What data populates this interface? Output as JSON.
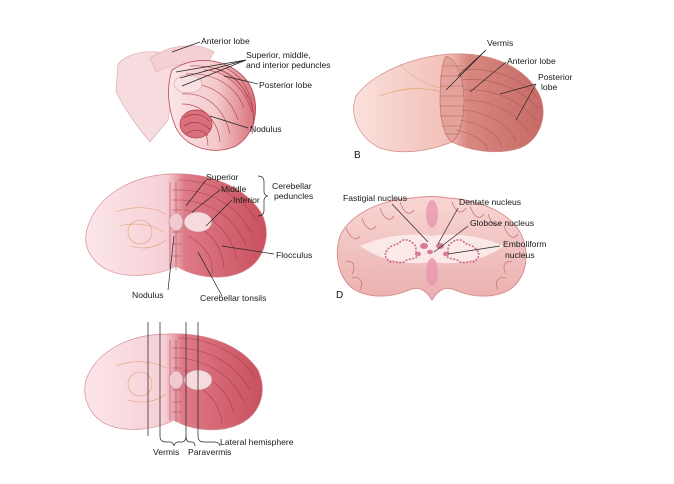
{
  "panels": {
    "A": {
      "labels": {
        "anterior_lobe": "Anterior lobe",
        "peduncles_line1": "Superior, middle,",
        "peduncles_line2": "and interior peduncles",
        "posterior_lobe": "Posterior lobe",
        "nodulus": "Nodulus"
      }
    },
    "B": {
      "letter": "B",
      "labels": {
        "vermis": "Vermis",
        "anterior_lobe": "Anterior lobe",
        "posterior_lobe_line1": "Posterior",
        "posterior_lobe_line2": "lobe"
      }
    },
    "C": {
      "labels": {
        "superior": "Superior",
        "middle": "Middle",
        "inferior": "Inferior",
        "cerebellar_peduncles_line1": "Cerebellar",
        "cerebellar_peduncles_line2": "peduncles",
        "flocculus": "Flocculus",
        "nodulus": "Nodulus",
        "cerebellar_tonsils": "Cerebellar tonsils"
      }
    },
    "D": {
      "letter": "D",
      "labels": {
        "fastigial_nucleus": "Fastigial nucleus",
        "dentate_nucleus": "Dentate nucleus",
        "globose_nucleus": "Globose nucleus",
        "emboliform_line1": "Emboliform",
        "emboliform_line2": "nucleus"
      }
    },
    "E": {
      "labels": {
        "vermis": "Vermis",
        "paravermis": "Paravermis",
        "lateral_hemisphere": "Lateral hemisphere"
      }
    }
  },
  "colors": {
    "pale_tissue": "#f5d6d6",
    "pale_tissue_light": "#fbe8e8",
    "mid_tissue": "#e8a4a4",
    "dark_tissue": "#d0646c",
    "deep_tissue": "#b84852",
    "fold_line": "#a33a44",
    "tract_line": "#e0a070",
    "nucleus": "#d98a9c",
    "leader_line": "#222222"
  }
}
